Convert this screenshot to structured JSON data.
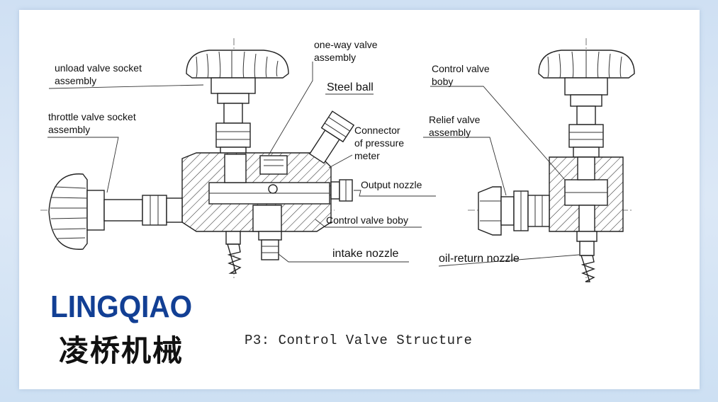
{
  "labels": {
    "unload_valve": [
      "unload valve socket",
      "assembly"
    ],
    "one_way_valve": [
      "one-way valve",
      "assembly"
    ],
    "steel_ball": "Steel ball",
    "throttle_valve": [
      "throttle valve socket",
      "assembly"
    ],
    "connector": [
      "Connector",
      "of pressure",
      "meter"
    ],
    "output_nozzle": "Output nozzle",
    "control_valve_body_left": "Control valve boby",
    "intake_nozzle": "intake nozzle",
    "control_valve_body_right": [
      "Control valve",
      "boby"
    ],
    "relief_valve": [
      "Relief valve",
      "assembly"
    ],
    "oil_return_nozzle": "oil-return nozzle"
  },
  "logo": {
    "name_en": "LINGQIAO",
    "name_cn": "凌桥机械"
  },
  "caption": "P3: Control Valve Structure",
  "colors": {
    "background": "#d4e4f5",
    "panel": "#ffffff",
    "logo_blue": "#123f94",
    "line": "#222222"
  }
}
